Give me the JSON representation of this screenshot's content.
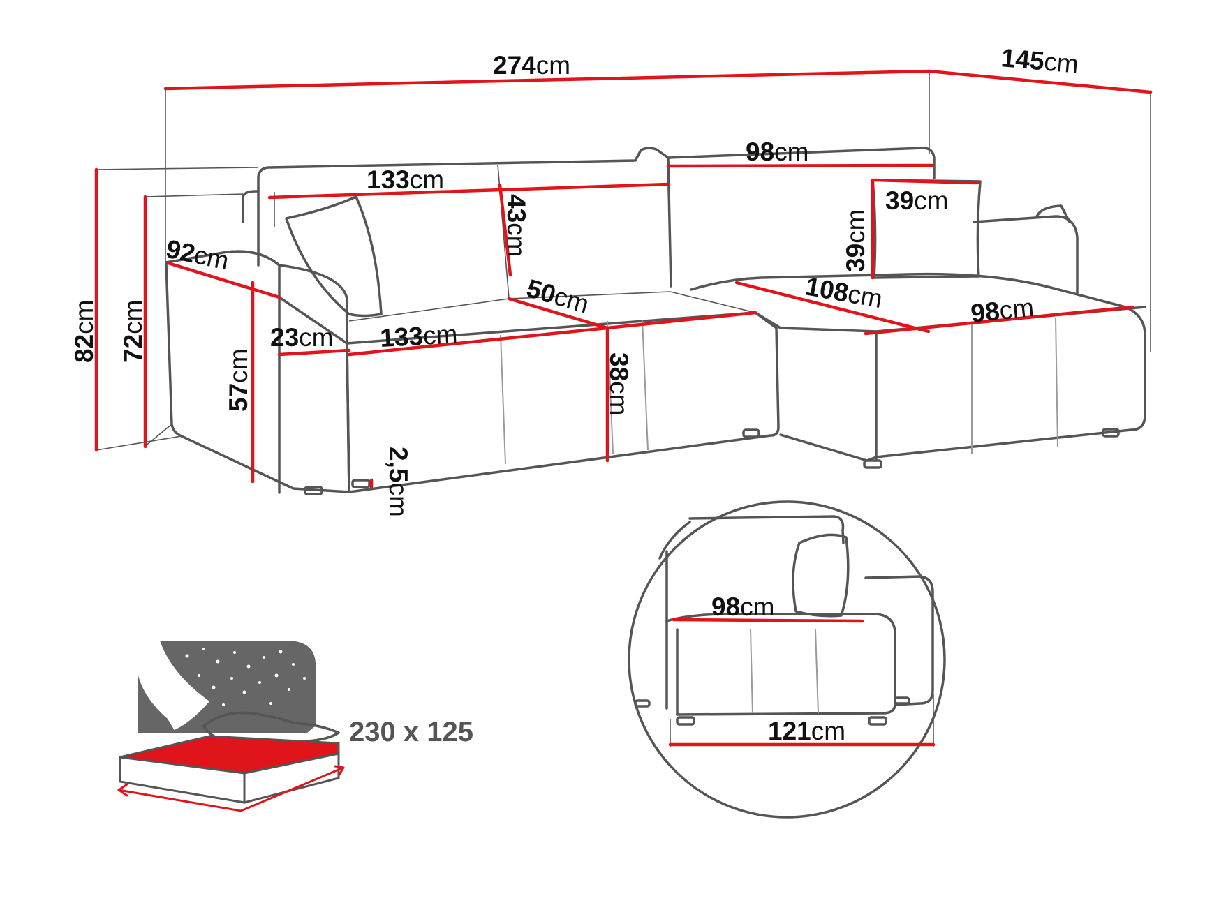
{
  "colors": {
    "outline": "#555555",
    "dimension": "#e0151b",
    "text": "#111111",
    "bed_mattress": "#e0151b",
    "bed_sky": "#666666"
  },
  "unit": "cm",
  "dimensions": {
    "total_width": "274",
    "depth_chaise": "145",
    "backrest_width_left": "133",
    "backrest_width_right": "98",
    "backrest_height": "43",
    "pillow_width": "39",
    "pillow_height": "39",
    "armrest_depth": "92",
    "total_height": "82",
    "back_height": "72",
    "arm_height": "57",
    "armrest_width": "23",
    "seat_width": "133",
    "seat_depth": "50",
    "seat_height": "38",
    "leg_height": "2,5",
    "chaise_length": "108",
    "chaise_width": "98"
  },
  "detail": {
    "seat_width": "98",
    "base_width": "121"
  },
  "bed": {
    "icon": "sleep-function-icon",
    "size_label": "230 x 125"
  }
}
